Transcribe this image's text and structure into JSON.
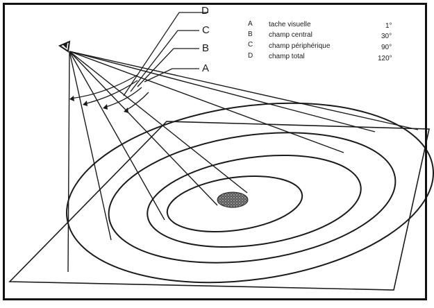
{
  "line_labels": {
    "a": "A",
    "b": "B",
    "c": "C",
    "d": "D"
  },
  "legend": [
    {
      "key": "A",
      "label": "tache visuelle",
      "value": "1°"
    },
    {
      "key": "B",
      "label": "champ central",
      "value": "30°"
    },
    {
      "key": "C",
      "label": "champ périphérique",
      "value": "90°"
    },
    {
      "key": "D",
      "label": "champ total",
      "value": "120°"
    }
  ],
  "colors": {
    "ink": "#1a1a1a",
    "paper": "#ffffff",
    "spot": "#3a3a3a"
  }
}
